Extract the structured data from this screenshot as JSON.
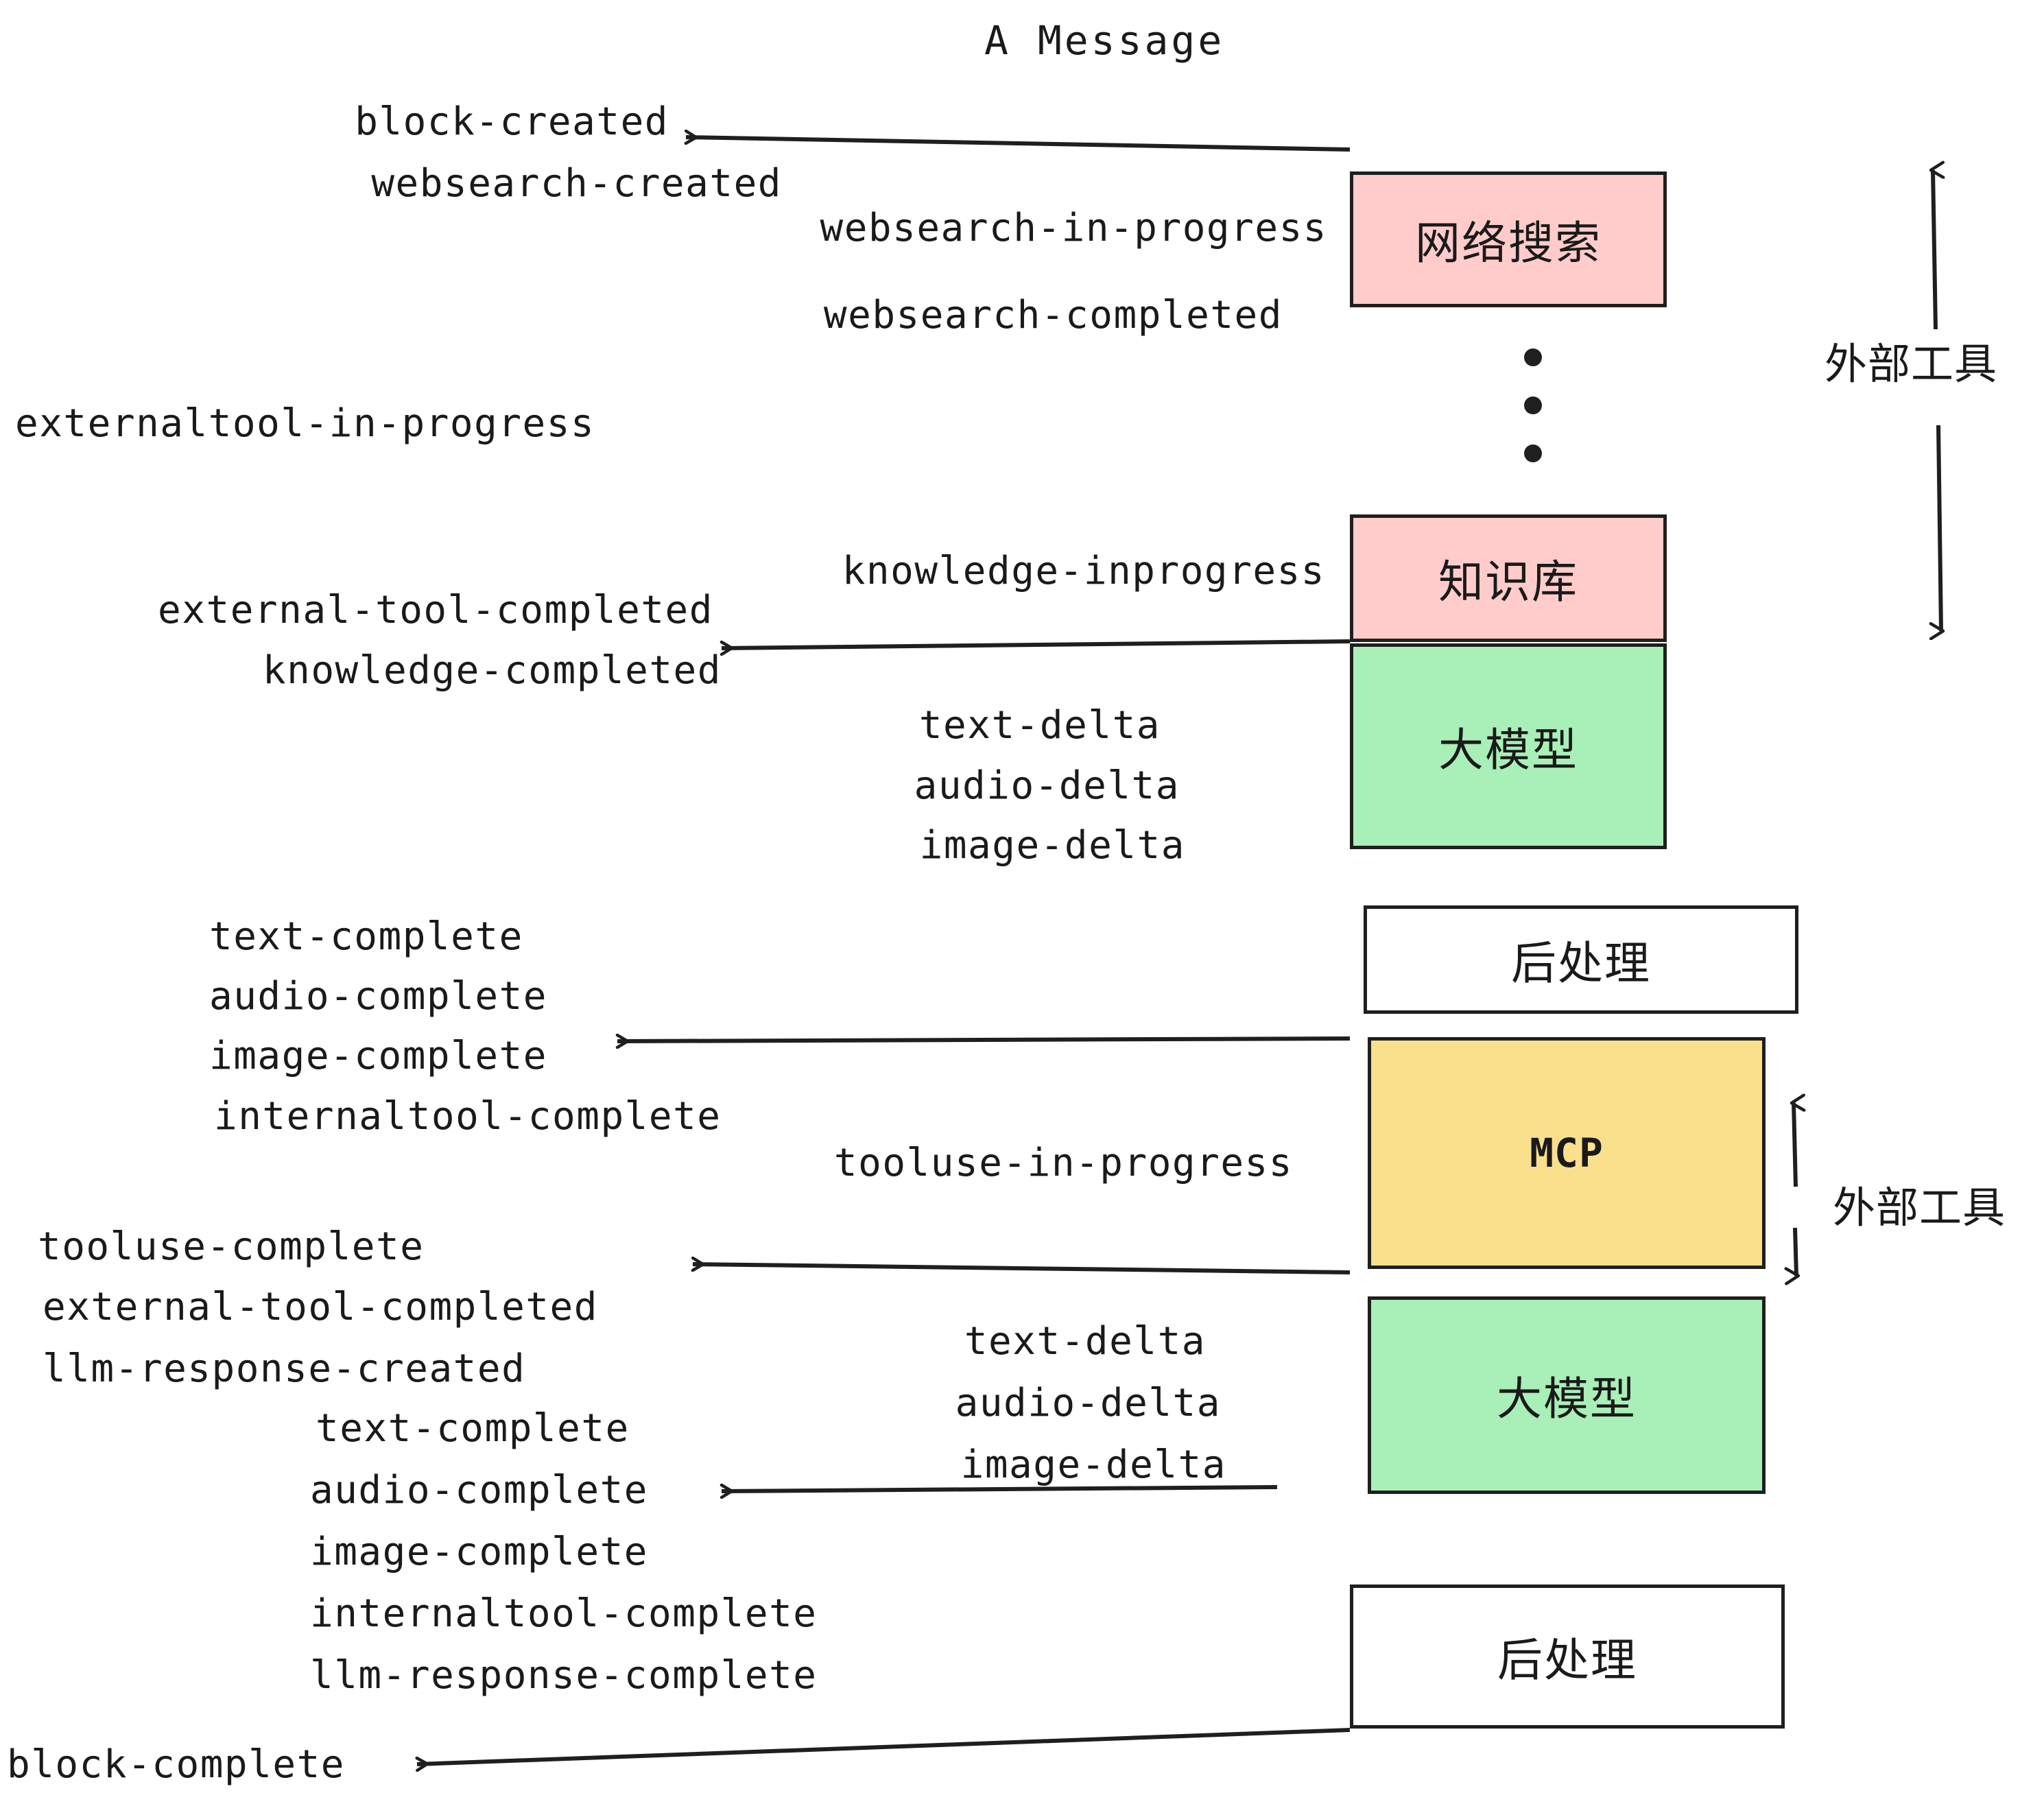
{
  "diagram": {
    "title": "A Message",
    "colors": {
      "tool_pink": "#FFCCCB",
      "llm_green": "#A9EFB8",
      "mcp_yellow": "#FAE08C",
      "postprocess_white": "#FFFFFF",
      "stroke": "#1F1F1F",
      "text": "#1A1A1A",
      "background": "#FFFFFF"
    }
  },
  "boxes": [
    {
      "id": "websearch",
      "label": "网络搜索",
      "fill": "tool_pink"
    },
    {
      "id": "knowledge",
      "label": "知识库",
      "fill": "tool_pink"
    },
    {
      "id": "llm-1",
      "label": "大模型",
      "fill": "llm_green"
    },
    {
      "id": "postprocess-1",
      "label": "后处理",
      "fill": "postprocess_white"
    },
    {
      "id": "mcp",
      "label": "MCP",
      "fill": "mcp_yellow"
    },
    {
      "id": "llm-2",
      "label": "大模型",
      "fill": "llm_green"
    },
    {
      "id": "postprocess-2",
      "label": "后处理",
      "fill": "postprocess_white"
    }
  ],
  "side_labels": {
    "external_tools_top": "外部工具",
    "external_tools_bottom": "外部工具"
  },
  "events": {
    "block_created": "block-created",
    "websearch_created": "websearch-created",
    "websearch_in_progress": "websearch-in-progress",
    "websearch_completed": "websearch-completed",
    "externaltool_in_progress": "externaltool-in-progress",
    "knowledge_inprogress": "knowledge-inprogress",
    "external_tool_completed_1": "external-tool-completed",
    "knowledge_completed": "knowledge-completed",
    "text_delta_1": "text-delta",
    "audio_delta_1": "audio-delta",
    "image_delta_1": "image-delta",
    "text_complete_1": "text-complete",
    "audio_complete_1": "audio-complete",
    "image_complete_1": "image-complete",
    "internaltool_complete_1": "internaltool-complete",
    "tooluse_in_progress": "tooluse-in-progress",
    "tooluse_complete": "tooluse-complete",
    "external_tool_completed_2": "external-tool-completed",
    "llm_response_created": "llm-response-created",
    "text_delta_2": "text-delta",
    "audio_delta_2": "audio-delta",
    "image_delta_2": "image-delta",
    "text_complete_2": "text-complete",
    "audio_complete_2": "audio-complete",
    "image_complete_2": "image-complete",
    "internaltool_complete_2": "internaltool-complete",
    "llm_response_complete": "llm-response-complete",
    "block_complete": "block-complete"
  }
}
